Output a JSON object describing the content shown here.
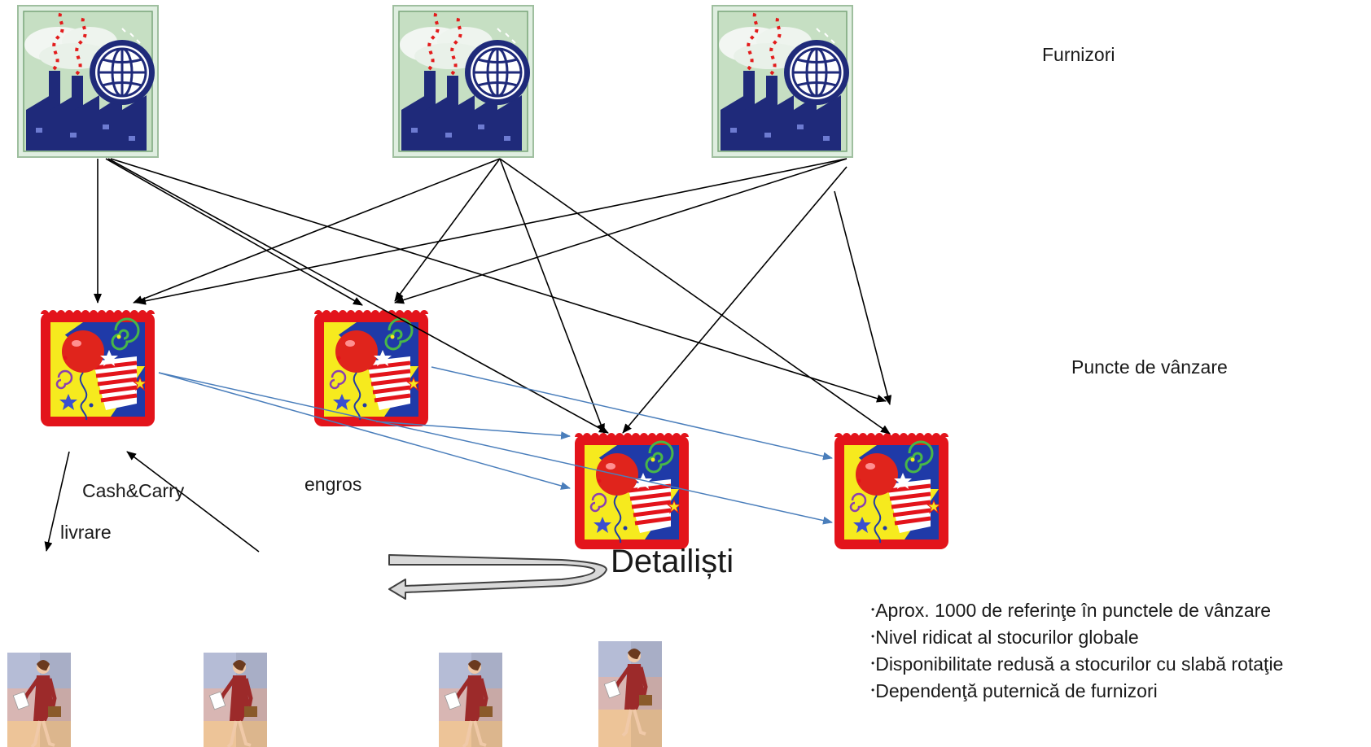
{
  "labels": {
    "suppliers": "Furnizori",
    "sales_points": "Puncte de vânzare",
    "cash_carry": "Cash&Carry",
    "wholesale": "engros",
    "delivery": "livrare",
    "retailers": "Detailiști"
  },
  "bullets": [
    "Aprox. 1000 de referinţe în punctele de vânzare",
    "Nivel ridicat al stocurilor globale",
    "Disponibilitate redusă a stocurilor cu slabă rotaţie",
    "Dependenţă puternică de furnizori"
  ],
  "icons": {
    "supplier": "factory-globe-icon",
    "store": "party-balloon-store-icon",
    "customer": "walking-woman-shopper-icon"
  },
  "colors": {
    "supplier_arrows": "#000000",
    "retail_arrows": "#4a7ebb",
    "factory_bg": "#c6dfc3",
    "factory_blue": "#1f2a7a",
    "store_frame": "#e3141b",
    "store_yellow": "#f6ea1e",
    "balloon_red": "#e0241c"
  }
}
